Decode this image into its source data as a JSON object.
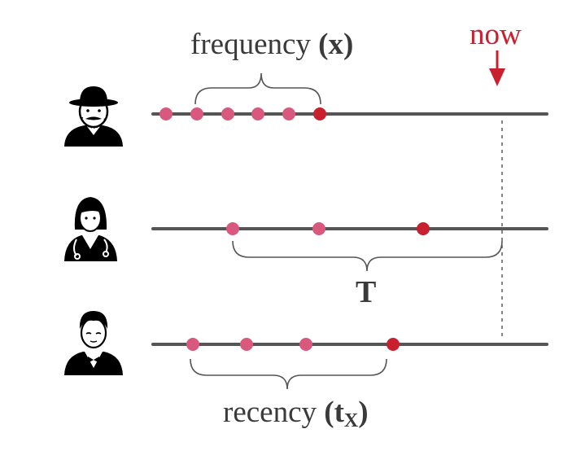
{
  "labels": {
    "frequency_text": "frequency",
    "frequency_symbol": "(x)",
    "now_text": "now",
    "T_text": "T",
    "recency_text": "recency",
    "recency_symbol_open": "(t",
    "recency_symbol_sub": "X",
    "recency_symbol_close": ")"
  },
  "colors": {
    "line": "#555555",
    "past_purchase": "#d9587d",
    "last_purchase": "#c8202f",
    "now_accent": "#c8202f",
    "text": "#3a3a3a",
    "icon": "#000000"
  },
  "customers": [
    {
      "name": "customer-man-hat",
      "icon": "man-with-hat-icon"
    },
    {
      "name": "customer-woman-doctor",
      "icon": "woman-doctor-icon"
    },
    {
      "name": "customer-man-bowtie",
      "icon": "man-bowtie-icon"
    }
  ]
}
